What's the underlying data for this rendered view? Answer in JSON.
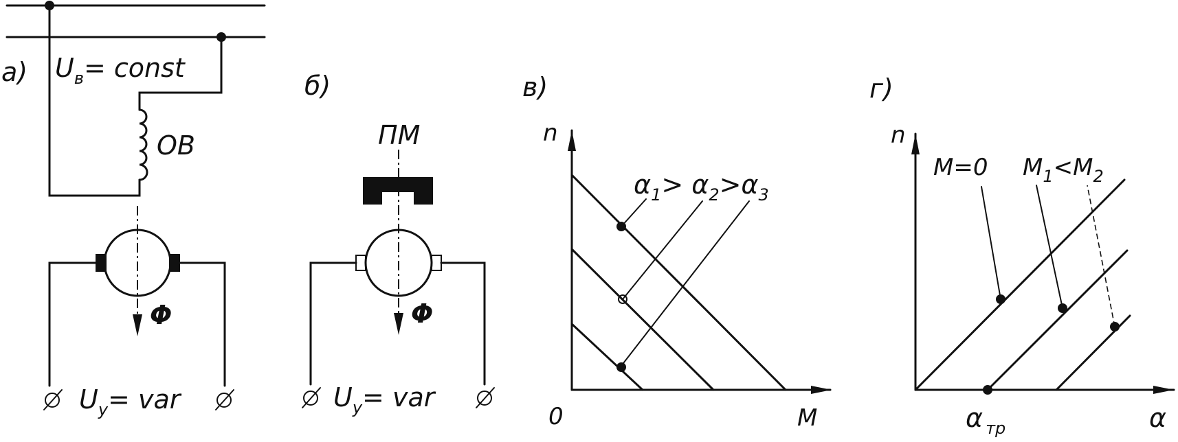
{
  "panels": {
    "a": {
      "label": "а)",
      "supply_label_main": "U",
      "supply_label_sub": "в",
      "supply_label_rest": "= const",
      "winding_label": "ОВ",
      "flux_label": "Φ",
      "control_label_main": "U",
      "control_label_sub": "у",
      "control_label_rest": "= var"
    },
    "b": {
      "label": "б)",
      "magnet_label": "ПМ",
      "flux_label": "Φ",
      "control_label_main": "U",
      "control_label_sub": "у",
      "control_label_rest": "= var"
    },
    "c": {
      "label": "в)",
      "y_axis_label": "n",
      "x_axis_label": "M",
      "origin_label": "0",
      "relation_main": "α",
      "relation_sub1": "1",
      "relation_gt1": "> α",
      "relation_sub2": "2",
      "relation_gt2": ">α",
      "relation_sub3": "3"
    },
    "d": {
      "label": "г)",
      "y_axis_label": "n",
      "x_axis_label": "α",
      "zero_torque_label": "M=0",
      "torque_relation_m1": "M",
      "torque_relation_sub1": "1",
      "torque_relation_lt": "<M",
      "torque_relation_sub2": "2",
      "friction_label_main": "α",
      "friction_label_sub": "тр"
    }
  }
}
